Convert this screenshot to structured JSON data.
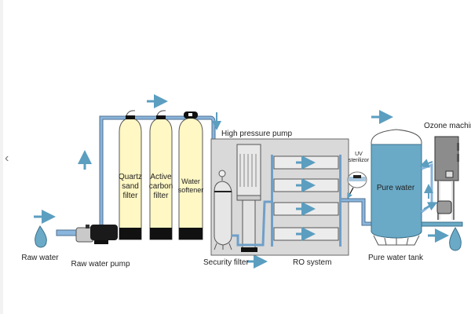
{
  "diagram": {
    "title": "Reverse osmosis water treatment process",
    "nav": {
      "prev_icon": "chevron-left-icon",
      "prev_glyph": "‹"
    },
    "labels": {
      "raw_water": "Raw water",
      "raw_water_pump": "Raw water pump",
      "quartz_sand_filter": [
        "Quartz",
        "sand",
        "filter"
      ],
      "active_carbon_filter": [
        "Active",
        "carbon",
        "filter"
      ],
      "water_softener": [
        "Water",
        "softener"
      ],
      "high_pressure_pump": "High pressure pump",
      "security_filter": "Security filter",
      "ro_system": "RO system",
      "uv_sterilizer": [
        "UV",
        "sterilizor"
      ],
      "pure_water": "Pure water",
      "pure_water_tank": "Pure water tank",
      "ozone_machine": "Ozone machine"
    },
    "colors": {
      "water": "#6aaac7",
      "pipe": "#6f9fc8",
      "arrow": "#5b9ec0",
      "filter_body": "#fff7c4",
      "cabinet": "#d9d9d9",
      "ozone_box": "#8c8c8c",
      "dark": "#111111"
    },
    "flow_steps": [
      "Raw water",
      "Raw water pump",
      "Quartz sand filter",
      "Active carbon filter",
      "Water softener",
      "Security filter",
      "High pressure pump",
      "RO system",
      "UV sterilizor",
      "Pure water tank",
      "Ozone machine"
    ]
  }
}
